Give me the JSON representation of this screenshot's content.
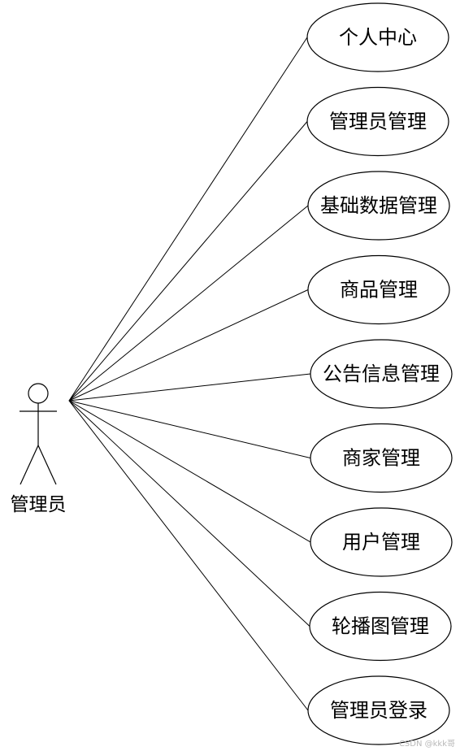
{
  "diagram": {
    "actor": {
      "label": "管理员"
    },
    "use_cases": [
      {
        "label": "个人中心"
      },
      {
        "label": "管理员管理"
      },
      {
        "label": "基础数据管理"
      },
      {
        "label": "商品管理"
      },
      {
        "label": "公告信息管理"
      },
      {
        "label": "商家管理"
      },
      {
        "label": "用户管理"
      },
      {
        "label": "轮播图管理"
      },
      {
        "label": "管理员登录"
      }
    ],
    "watermark": "CSDN @kkk哥",
    "colors": {
      "stroke": "#000000",
      "background": "#ffffff",
      "watermark": "#b8b8b8"
    }
  }
}
